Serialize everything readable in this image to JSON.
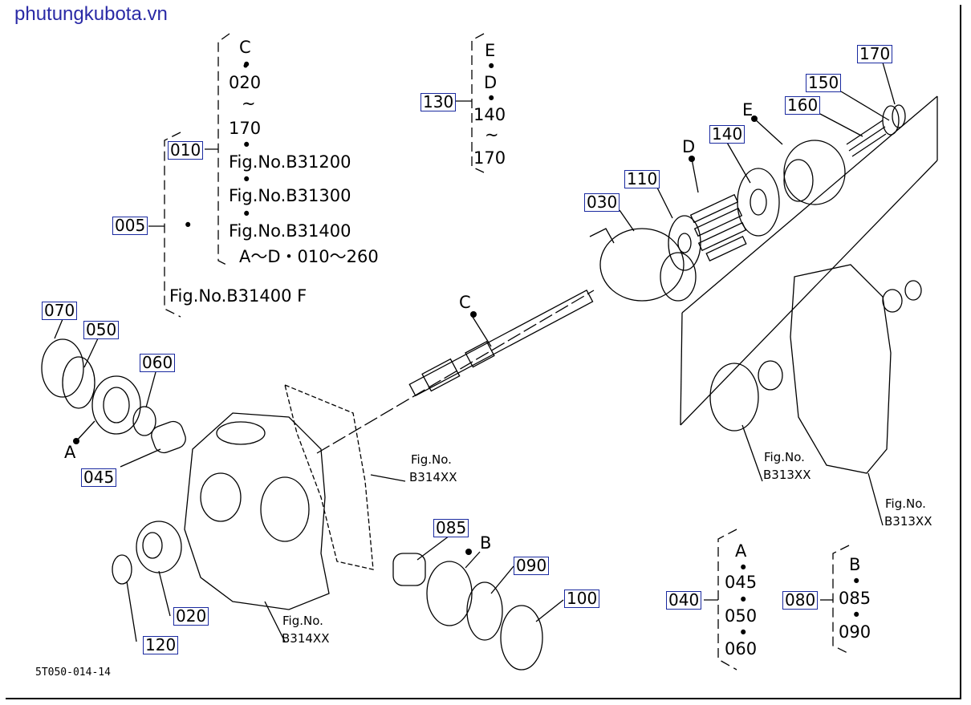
{
  "watermark": "phutungkubota.vn",
  "drawing_code": "5T050-014-14",
  "group_005": {
    "ref": "005",
    "sub_ref": "010",
    "contains": [
      "C",
      "•",
      "020",
      "~",
      "170",
      "•",
      "Fig.No.B31200",
      "•",
      "Fig.No.B31300",
      "•",
      "Fig.No.B31400",
      "A～D・010～260"
    ],
    "dot": "•",
    "footer": "Fig.No.B31400 F"
  },
  "group_130": {
    "ref": "130",
    "contains": [
      "E",
      "•",
      "D",
      "•",
      "140",
      "~",
      "170"
    ]
  },
  "group_040": {
    "ref": "040",
    "contains": [
      "A",
      "•",
      "045",
      "•",
      "050",
      "•",
      "060"
    ]
  },
  "group_080": {
    "ref": "080",
    "contains": [
      "B",
      "•",
      "085",
      "•",
      "090"
    ]
  },
  "part_refs": [
    "170",
    "150",
    "160",
    "140",
    "110",
    "030",
    "070",
    "050",
    "060",
    "045",
    "085",
    "090",
    "100",
    "020",
    "120"
  ],
  "letters": [
    "E",
    "D",
    "C",
    "A",
    "B"
  ],
  "fig_refs": {
    "housing_right": [
      "Fig.No.",
      "B314XX"
    ],
    "housing_bottom": [
      "Fig.No.",
      "B314XX"
    ],
    "plate_left": [
      "Fig.No.",
      "B313XX"
    ],
    "plate_right": [
      "Fig.No.",
      "B313XX"
    ]
  },
  "colors": {
    "ref_box": "#1a2aa0",
    "watermark": "#2a2aa6",
    "line": "#000000"
  }
}
